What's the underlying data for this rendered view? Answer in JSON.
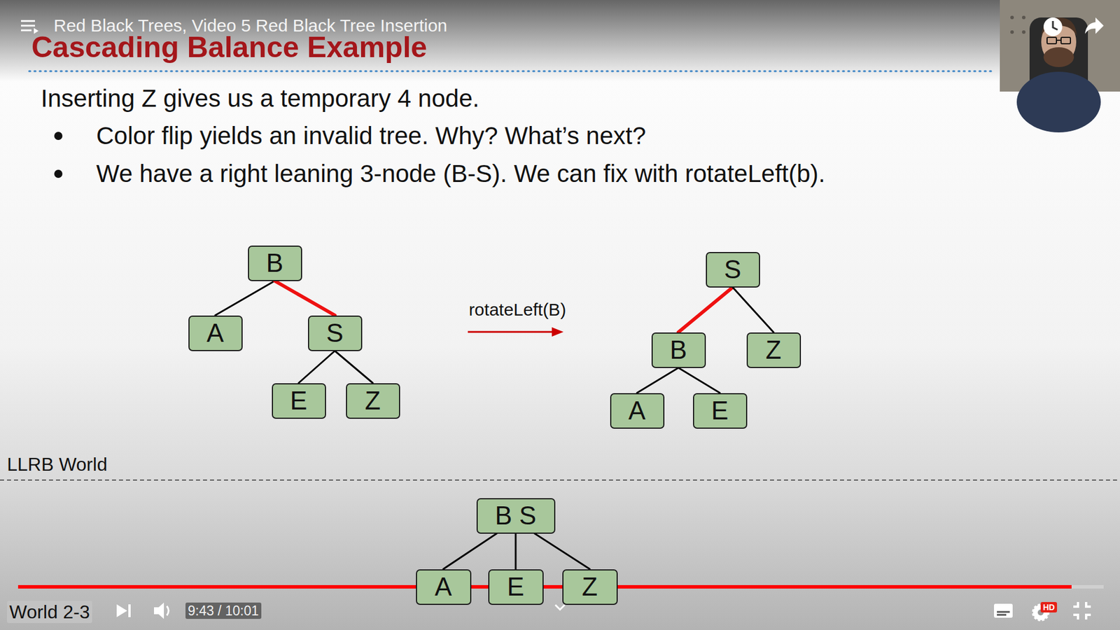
{
  "diagram": {
    "title": "Cascading Balance Example",
    "nodes": [
      {
        "text": [
          "B"
        ]
      },
      {
        "text": [
          "A"
        ]
      },
      {
        "text": [
          "S"
        ]
      },
      {
        "text": [
          "E"
        ]
      },
      {
        "text": [
          "Z"
        ]
      },
      {
        "text": [
          "S"
        ]
      },
      {
        "text": [
          "B"
        ]
      },
      {
        "text": [
          "Z"
        ]
      },
      {
        "text": [
          "A"
        ]
      },
      {
        "text": [
          "E"
        ]
      },
      {
        "text": [
          "B S"
        ]
      },
      {
        "text": [
          "A"
        ]
      },
      {
        "text": [
          "E"
        ]
      },
      {
        "text": [
          "Z"
        ]
      }
    ],
    "edges": [
      {
        "from": 0,
        "to": 1,
        "arrow": "none"
      },
      {
        "from": 0,
        "to": 2,
        "arrow": "none"
      },
      {
        "from": 2,
        "to": 3,
        "arrow": "none"
      },
      {
        "from": 2,
        "to": 4,
        "arrow": "none"
      },
      {
        "from": 5,
        "to": 6,
        "arrow": "none"
      },
      {
        "from": 5,
        "to": 7,
        "arrow": "none"
      },
      {
        "from": 6,
        "to": 8,
        "arrow": "none"
      },
      {
        "from": 6,
        "to": 9,
        "arrow": "none"
      },
      {
        "from": 10,
        "to": 11,
        "arrow": "none"
      },
      {
        "from": 10,
        "to": 12,
        "arrow": "none"
      },
      {
        "from": 10,
        "to": 13,
        "arrow": "none"
      }
    ],
    "labels": [
      "Red Black Trees, Video 5 Red Black Tree Insertion",
      "Inserting Z gives us a temporary 4 node.",
      "Color flip yields an invalid tree. Why? What’s next?",
      "We have a right leaning 3-node (B-S). We can fix with rotateLeft(b).",
      "rotateLeft(B)",
      "LLRB World",
      "World 2-3",
      "9:43 / 10:01",
      "HD"
    ]
  }
}
